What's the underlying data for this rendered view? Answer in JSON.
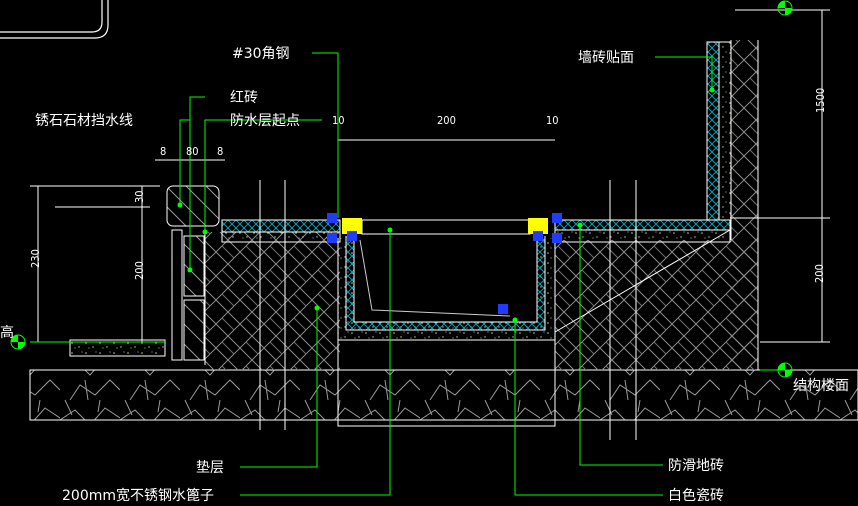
{
  "labels": {
    "angle_steel": "#30角钢",
    "red_brick": "红砖",
    "stone_sill": "锈石石材挡水线",
    "waterproof_start": "防水层起点",
    "wall_tile": "墙砖贴面",
    "structure_floor": "结构楼面",
    "cushion": "垫层",
    "drain_cover": "200mm宽不锈钢水篦子",
    "antislip_tile": "防滑地砖",
    "white_tile": "白色瓷砖",
    "elev_partial": "高"
  },
  "dimensions": {
    "d8_left": "8",
    "d80": "80",
    "d8_right": "8",
    "d10_left": "10",
    "d200_top": "200",
    "d10_right": "10",
    "d30": "30",
    "d230": "230",
    "d200_left": "200",
    "d1500": "1500",
    "d200_right": "200"
  },
  "colors": {
    "background": "#000000",
    "linework": "#ffffff",
    "hatch": "#8c8c8c",
    "leader": "#00ff00",
    "waterproof": "#00c8ff",
    "steel": "#ffff00",
    "anchor": "#1f3cff"
  }
}
